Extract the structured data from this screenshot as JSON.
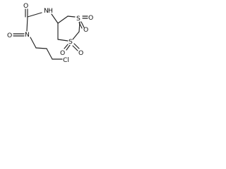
{
  "molecule": {
    "atoms": {
      "o_carbonyl": "O",
      "n_amide": "N",
      "h_amide": "H",
      "n_nitroso": "N",
      "o_nitroso": "O",
      "cl": "Cl",
      "s_top": "S",
      "o_s_top_1": "O",
      "o_s_top_2": "O",
      "s_bottom": "S",
      "o_s_bottom_1": "O",
      "o_s_bottom_2": "O"
    },
    "colors": {
      "bond": "#222222",
      "label": "#111111",
      "background": "#ffffff"
    }
  }
}
